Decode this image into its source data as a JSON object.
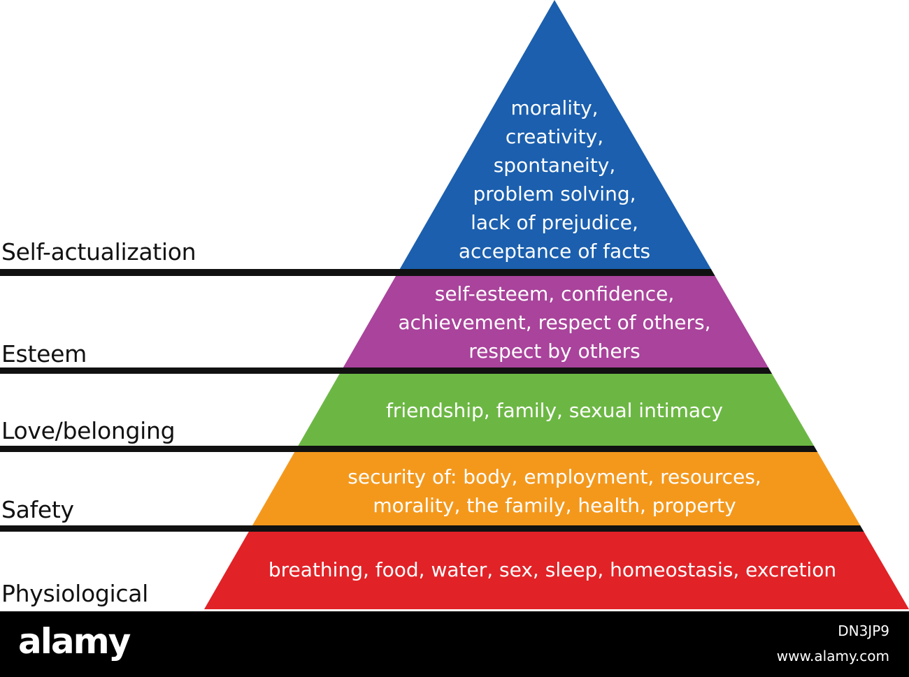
{
  "colors": {
    "self_actualization": "#1b5fae",
    "esteem": "#a9439b",
    "love_belonging": "#6cb744",
    "safety": "#f4981c",
    "physiological": "#e12227",
    "divider": "#111111",
    "footer": "#000000"
  },
  "levels": [
    {
      "key": "self_actualization",
      "label": "Self-actualization",
      "lines": [
        "morality,",
        "creativity,",
        "spontaneity,",
        "problem solving,",
        "lack of prejudice,",
        "acceptance of facts"
      ]
    },
    {
      "key": "esteem",
      "label": "Esteem",
      "lines": [
        "self-esteem, confidence,",
        "achievement, respect of others,",
        "respect by others"
      ]
    },
    {
      "key": "love_belonging",
      "label": "Love/belonging",
      "lines": [
        "friendship, family, sexual intimacy"
      ]
    },
    {
      "key": "safety",
      "label": "Safety",
      "lines": [
        "security of: body, employment, resources,",
        "morality, the family, health, property"
      ]
    },
    {
      "key": "physiological",
      "label": "Physiological",
      "lines": [
        "breathing, food, water, sex, sleep, homeostasis, excretion"
      ]
    }
  ],
  "footer": {
    "logo": "alamy",
    "image_id": "DN3JP9",
    "url": "www.alamy.com"
  }
}
